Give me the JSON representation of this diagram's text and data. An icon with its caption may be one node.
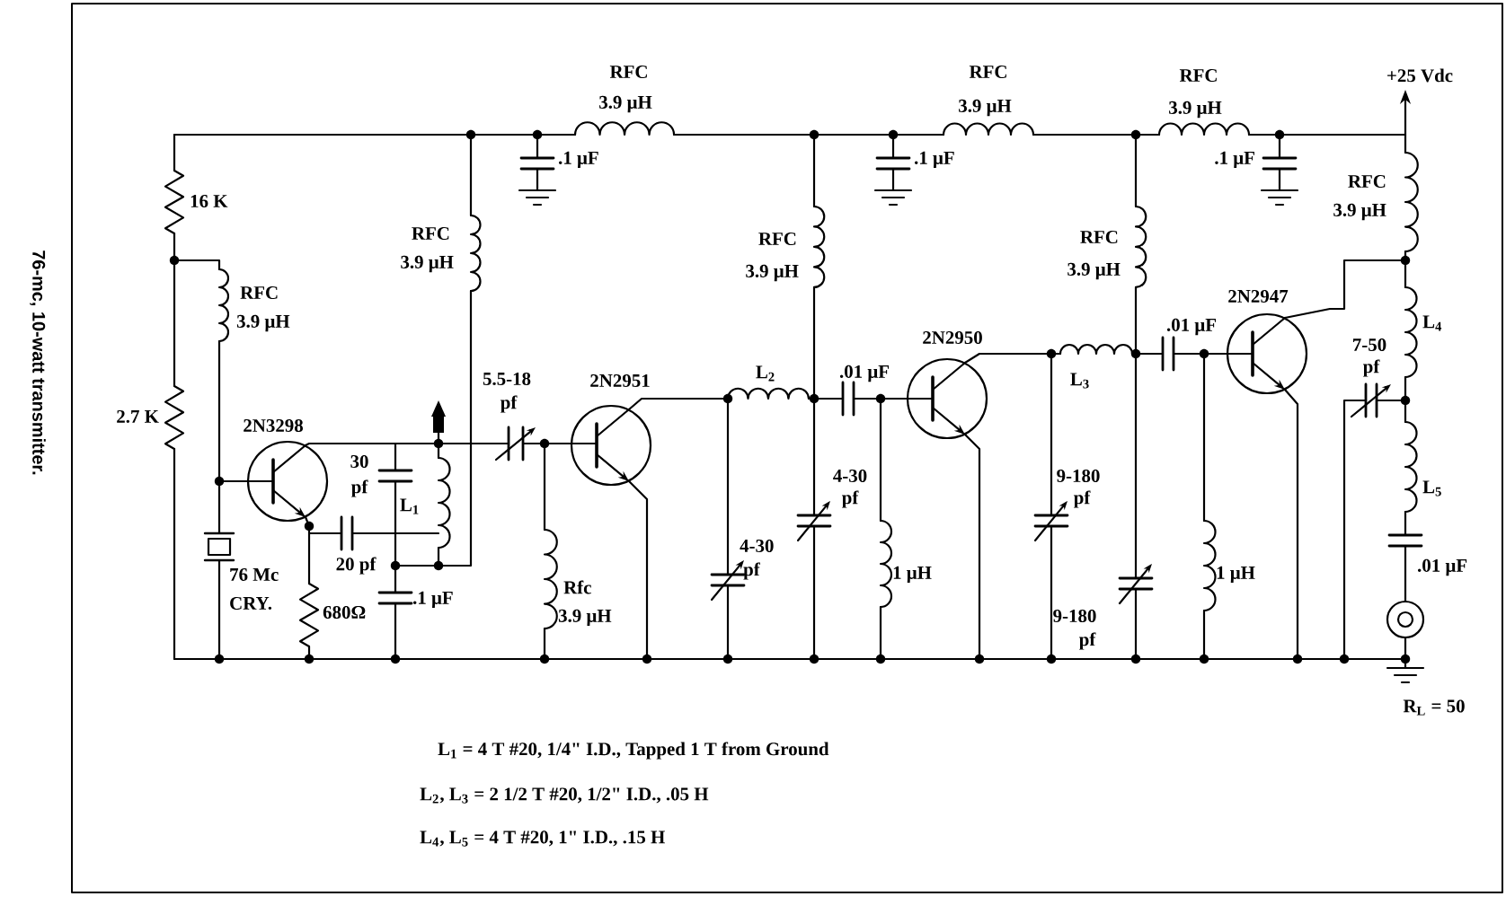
{
  "diagram": {
    "caption": "76-mc, 10-watt transmitter.",
    "labels": [
      "RFC",
      "3.9 μH",
      "RFC",
      "3.9 μH",
      "RFC",
      "3.9 μH",
      "+25 Vdc",
      ".1 μF",
      ".1 μF",
      ".1 μF",
      "16 K",
      "RFC",
      "3.9 μH",
      "RFC",
      "3.9 μH",
      "RFC",
      "3.9 μH",
      "RFC",
      "3.9 μH",
      "RFC",
      "3.9 μH",
      "2N2947",
      "L$_{4}$",
      "5.5-18",
      "pf",
      "2N2951",
      "L$_{2}$",
      ".01 μF",
      ".01 μF",
      "2N2950",
      "L$_{3}$",
      "7-50",
      "pf",
      "2.7 K",
      "2N3298",
      "30",
      "pf",
      "L$_{1}$",
      "4-30",
      "pf",
      "9-180",
      "pf",
      "L$_{5}$",
      "4-30",
      "pf",
      "20 pf",
      "76 Mc",
      "CRY.",
      "Rfc",
      "3.9 μH",
      "680Ω",
      ".1 μF",
      "1 μH",
      "1 μH",
      "9-180",
      "pf",
      ".01 μF",
      "R$_{L}$ = 50",
      "L$_{1}$ = 4 T #20, 1/4\" I.D., Tapped 1 T from Ground",
      "L$_{2}$, L$_{3}$ = 2 1/2 T #20, 1/2\" I.D., .05   H",
      "L$_{4}$, L$_{5}$ = 4 T #20, 1\" I.D., .15   H"
    ]
  }
}
